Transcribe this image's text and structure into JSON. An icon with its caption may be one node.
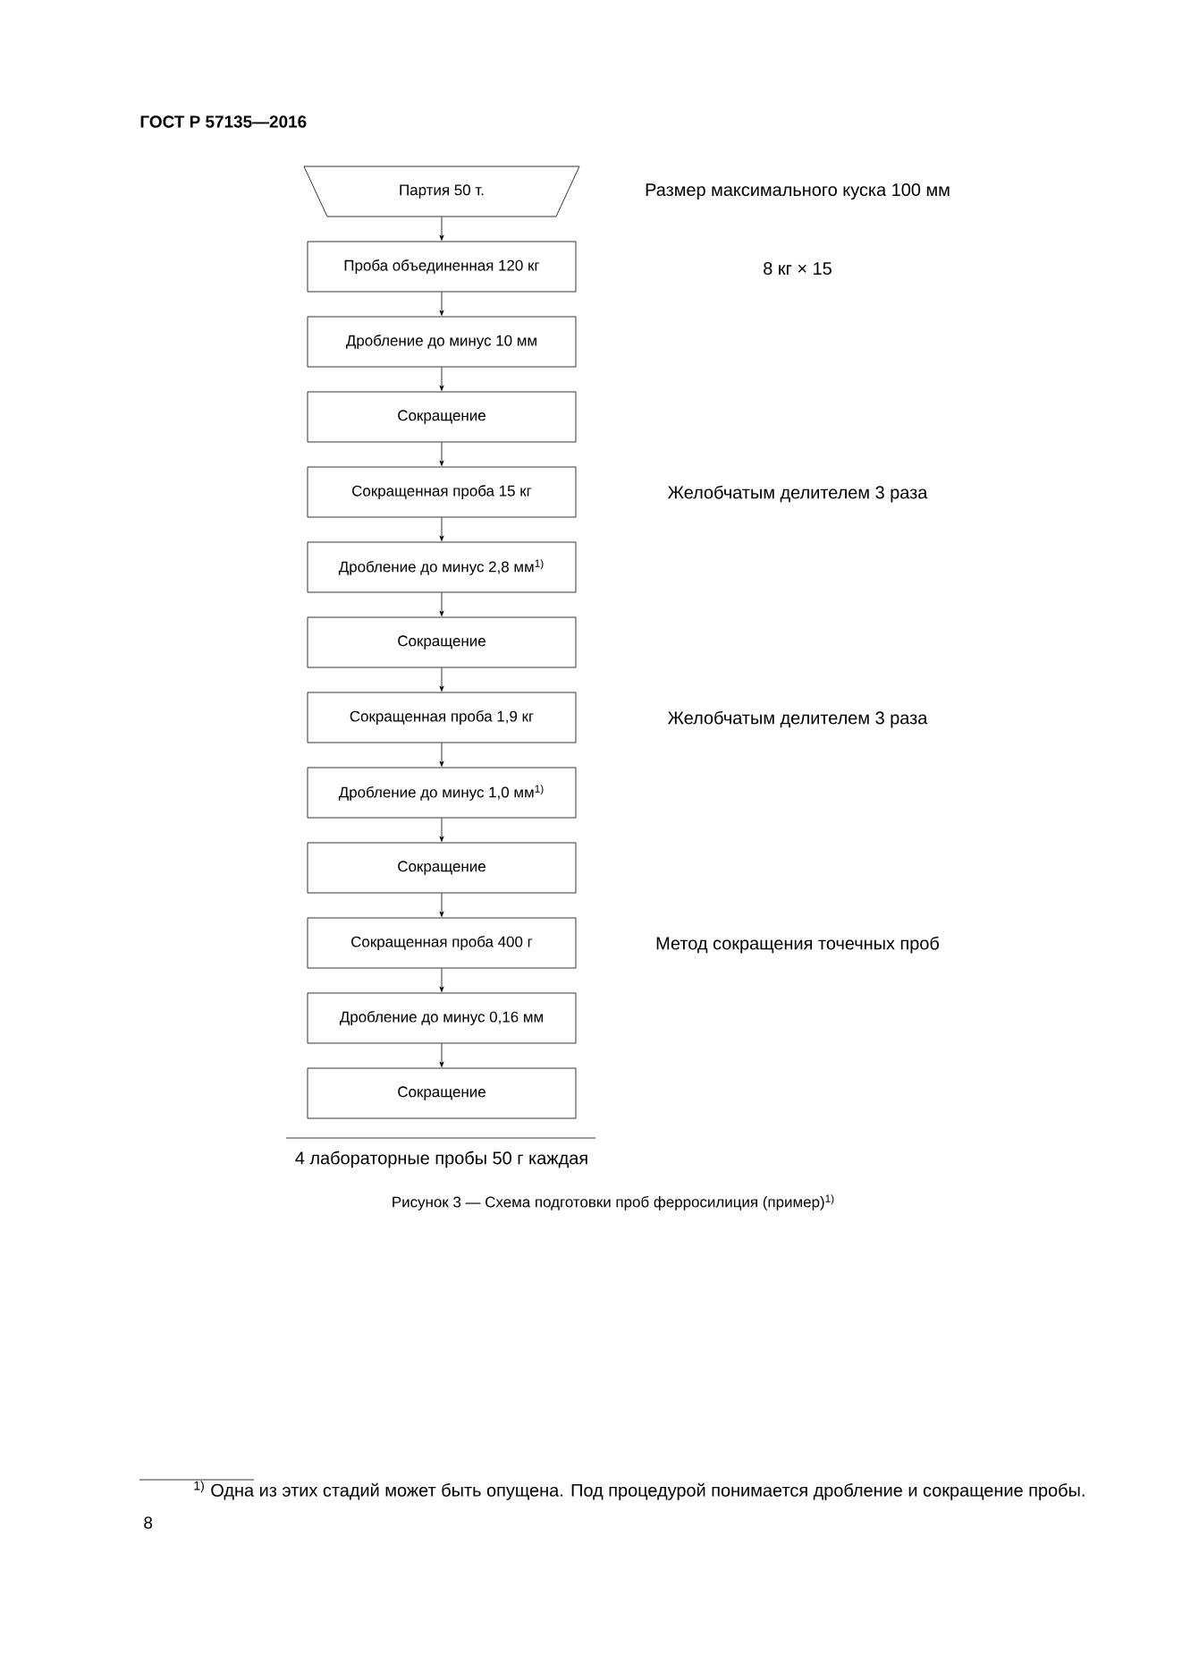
{
  "diagram": {
    "caption": "Рисунок 3 — Схема подготовки проб ферросилиция (пример)$^{1)}$",
    "nodes": [
      {
        "text": [
          "Партия 50 т."
        ]
      },
      {
        "text": [
          "Проба объединенная 120 кг"
        ]
      },
      {
        "text": [
          "Дробление до минус 10 мм"
        ]
      },
      {
        "text": [
          "Сокращение"
        ]
      },
      {
        "text": [
          "Сокращенная проба 15 кг"
        ]
      },
      {
        "text": [
          "Дробление до минус 2,8 мм$^{1)}$"
        ]
      },
      {
        "text": [
          "Сокращение"
        ]
      },
      {
        "text": [
          "Сокращенная проба 1,9 кг"
        ]
      },
      {
        "text": [
          "Дробление до минус 1,0 мм$^{1)}$"
        ]
      },
      {
        "text": [
          "Сокращение"
        ]
      },
      {
        "text": [
          "Сокращенная проба 400 г"
        ]
      },
      {
        "text": [
          "Дробление до минус 0,16 мм"
        ]
      },
      {
        "text": [
          "Сокращение"
        ]
      }
    ],
    "edges": [
      {
        "from": 0,
        "to": 1,
        "arrow": "to"
      },
      {
        "from": 1,
        "to": 2,
        "arrow": "to"
      },
      {
        "from": 2,
        "to": 3,
        "arrow": "to"
      },
      {
        "from": 3,
        "to": 4,
        "arrow": "to"
      },
      {
        "from": 4,
        "to": 5,
        "arrow": "to"
      },
      {
        "from": 5,
        "to": 6,
        "arrow": "to"
      },
      {
        "from": 6,
        "to": 7,
        "arrow": "to"
      },
      {
        "from": 7,
        "to": 8,
        "arrow": "to"
      },
      {
        "from": 8,
        "to": 9,
        "arrow": "to"
      },
      {
        "from": 9,
        "to": 10,
        "arrow": "to"
      },
      {
        "from": 10,
        "to": 11,
        "arrow": "to"
      },
      {
        "from": 11,
        "to": 12,
        "arrow": "to"
      }
    ],
    "labels": [
      "ГОСТ Р 57135—2016",
      "Размер максимального куска 100 мм",
      "8 кг × 15",
      "Желобчатым делителем 3 раза",
      "Желобчатым делителем 3 раза",
      "Метод сокращения точечных проб",
      "4 лабораторные пробы 50 г каждая",
      "$^{1)}$ Одна из этих стадий может быть опущена. Под процедурой понимается дробление и сокращение пробы.",
      "8"
    ]
  }
}
